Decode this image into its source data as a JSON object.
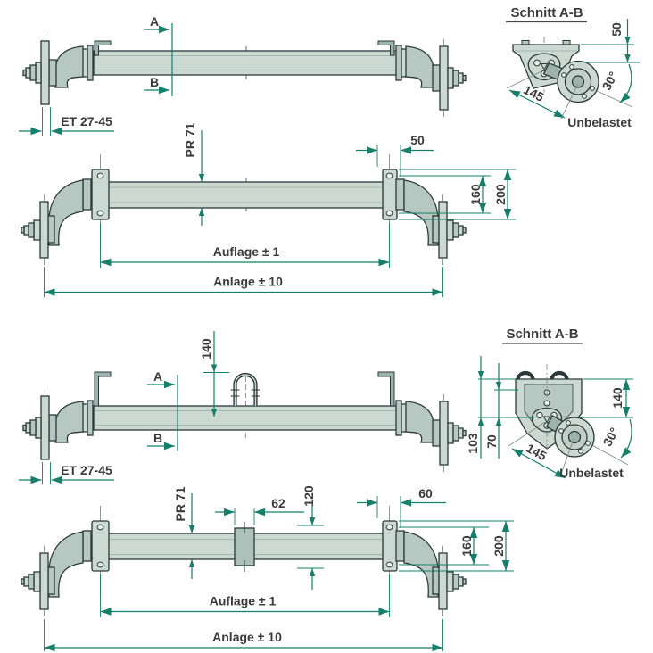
{
  "colors": {
    "dimension_line": "#157f69",
    "metal_light": "#ccd8d2",
    "metal_mid": "#b7c7c1",
    "metal_dark": "#9fb3ad",
    "outline": "#2b3a38",
    "text": "#3b3b3b",
    "background": "#ffffff"
  },
  "axle1": {
    "plan": {
      "label_a": "A",
      "label_b": "B",
      "dim_et": "ET 27-45"
    },
    "section": {
      "title": "Schnitt A-B",
      "dim_drop": "50",
      "dim_radius": "145",
      "angle": "30°",
      "state": "Unbelastet"
    },
    "front": {
      "dim_profile": "PR 71",
      "dim_bracket_offset": "50",
      "dim_hole_spacing": "160",
      "dim_plate_height": "200",
      "dim_support": "Auflage ± 1",
      "dim_overall": "Anlage ± 10"
    }
  },
  "axle2": {
    "plan": {
      "dim_height": "140",
      "label_a": "A",
      "label_b": "B",
      "dim_et": "ET 27-45"
    },
    "section": {
      "title": "Schnitt A-B",
      "dim_height": "140",
      "dim_upper": "103",
      "dim_lower": "70",
      "dim_radius": "145",
      "angle": "30°",
      "state": "Unbelastet"
    },
    "front": {
      "dim_profile": "PR 71",
      "dim_block_width": "62",
      "dim_block_height": "120",
      "dim_bracket_offset": "60",
      "dim_hole_spacing": "160",
      "dim_plate_height": "200",
      "dim_support": "Auflage ± 1",
      "dim_overall": "Anlage ± 10"
    }
  }
}
